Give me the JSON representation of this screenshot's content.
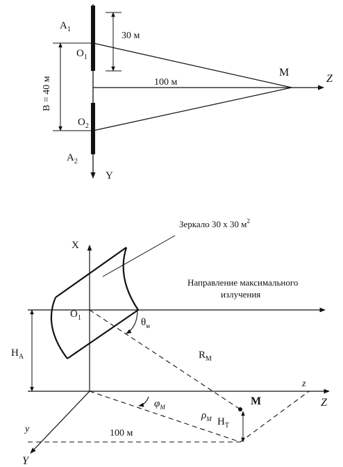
{
  "top": {
    "a1": "A",
    "a1_sub": "1",
    "a2": "A",
    "a2_sub": "2",
    "o1": "O",
    "o1_sub": "1",
    "o2": "O",
    "o2_sub": "2",
    "dim_30": "30 м",
    "dim_b": "B = 40 м",
    "dim_100": "100 м",
    "m": "M",
    "z": "Z",
    "y": "Y"
  },
  "bottom": {
    "mirror": "Зеркало 30 x 30 м",
    "mirror_sup": "2",
    "direction_line1": "Направление максимального",
    "direction_line2": "излучения",
    "x": "X",
    "o1": "O",
    "o1_sub": "1",
    "theta": "θ",
    "theta_sub": "м",
    "ha": "H",
    "ha_sub": "A",
    "rm": "R",
    "rm_sub": "M",
    "z_small": "z",
    "z_big": "Z",
    "m": "M",
    "phi": "φ",
    "phi_sub": "M",
    "rho": "ρ",
    "rho_sub": "M",
    "ht": "H",
    "ht_sub": "T",
    "y_small": "y",
    "y_big": "Y",
    "dim_100": "100 м"
  }
}
